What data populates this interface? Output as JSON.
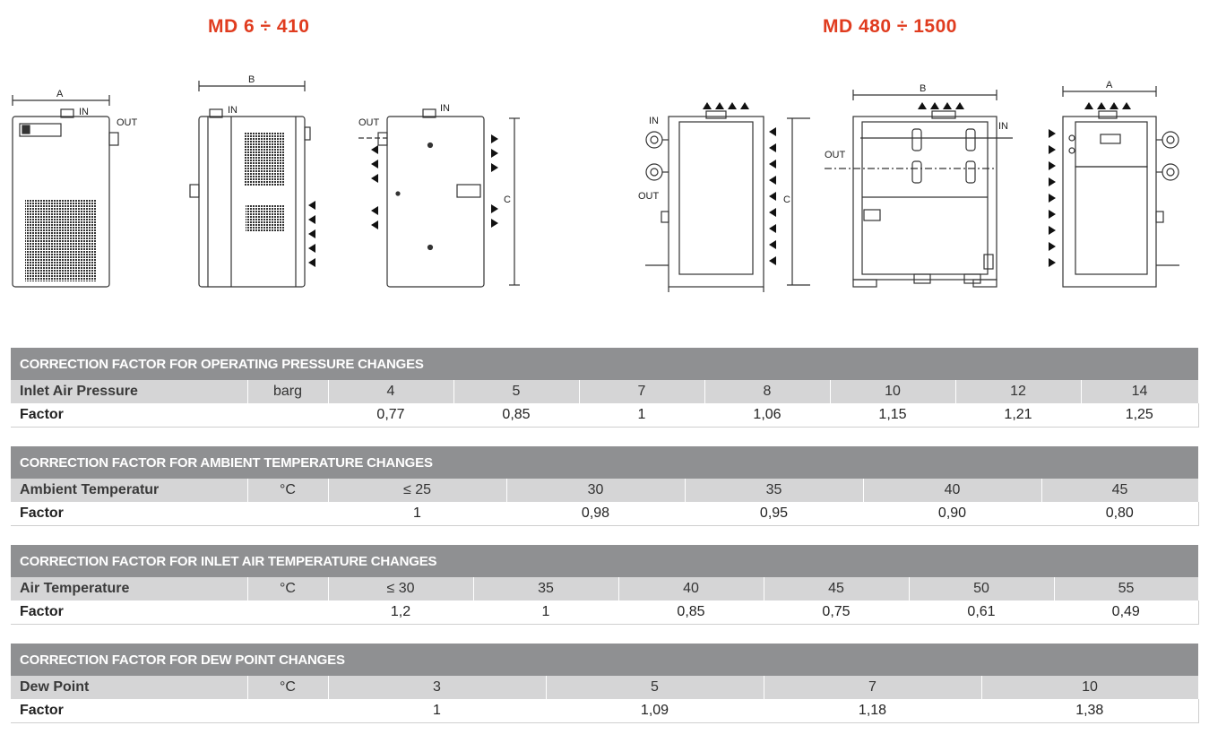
{
  "series_left": {
    "title": "MD 6 ÷ 410"
  },
  "series_right": {
    "title": "MD 480 ÷ 1500"
  },
  "drawing_labels": {
    "a": "A",
    "b": "B",
    "c": "C",
    "in": "IN",
    "out": "OUT"
  },
  "tables": [
    {
      "title": "CORRECTION FACTOR FOR OPERATING PRESSURE CHANGES",
      "row1_label": "Inlet Air Pressure",
      "unit": "barg",
      "values": [
        "4",
        "5",
        "7",
        "8",
        "10",
        "12",
        "14"
      ],
      "row2_label": "Factor",
      "factors": [
        "0,77",
        "0,85",
        "1",
        "1,06",
        "1,15",
        "1,21",
        "1,25"
      ]
    },
    {
      "title": "CORRECTION FACTOR FOR AMBIENT TEMPERATURE CHANGES",
      "row1_label": "Ambient Temperatur",
      "unit": "°C",
      "values": [
        "≤ 25",
        "30",
        "35",
        "40",
        "45"
      ],
      "row2_label": "Factor",
      "factors": [
        "1",
        "0,98",
        "0,95",
        "0,90",
        "0,80"
      ]
    },
    {
      "title": "CORRECTION FACTOR FOR INLET AIR TEMPERATURE CHANGES",
      "row1_label": "Air Temperature",
      "unit": "°C",
      "values": [
        "≤ 30",
        "35",
        "40",
        "45",
        "50",
        "55"
      ],
      "row2_label": "Factor",
      "factors": [
        "1,2",
        "1",
        "0,85",
        "0,75",
        "0,61",
        "0,49"
      ]
    },
    {
      "title": "CORRECTION FACTOR FOR DEW POINT CHANGES",
      "row1_label": "Dew Point",
      "unit": "°C",
      "values": [
        "3",
        "5",
        "7",
        "10"
      ],
      "row2_label": "Factor",
      "factors": [
        "1",
        "1,09",
        "1,18",
        "1,38"
      ]
    }
  ]
}
